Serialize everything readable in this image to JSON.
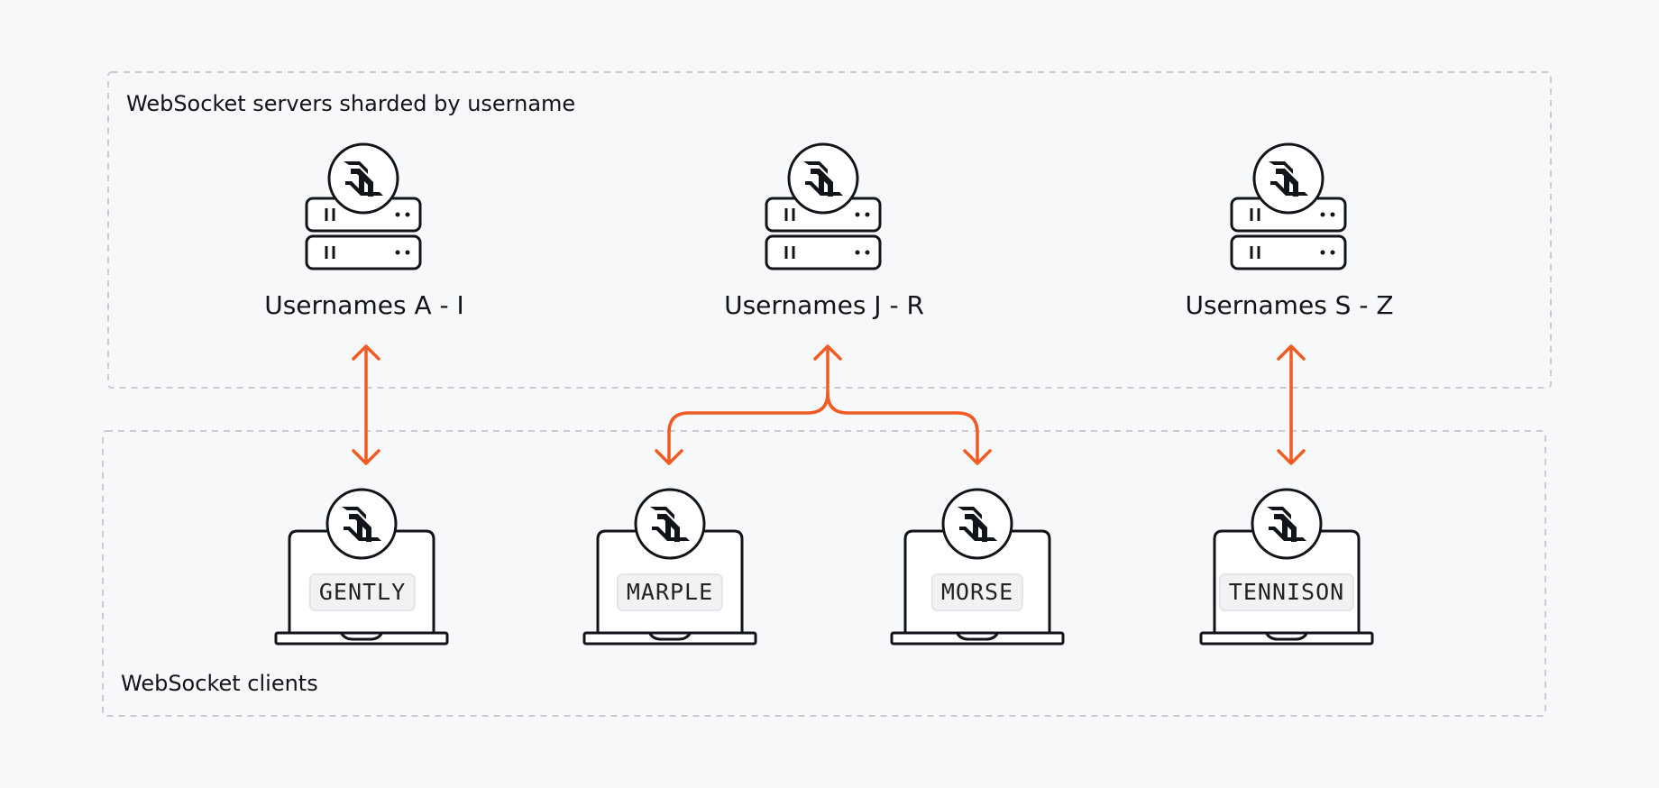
{
  "groups": {
    "servers_title": "WebSocket servers sharded by username",
    "clients_title": "WebSocket clients"
  },
  "servers": [
    {
      "label": "Usernames A - I"
    },
    {
      "label": "Usernames J - R"
    },
    {
      "label": "Usernames S - Z"
    }
  ],
  "clients": [
    {
      "name": "GENTLY"
    },
    {
      "name": "MARPLE"
    },
    {
      "name": "MORSE"
    },
    {
      "name": "TENNISON"
    }
  ],
  "colors": {
    "arrow": "#f15a22",
    "stroke": "#111418",
    "group_border": "#c9ccd1",
    "background": "#f7f8fa"
  },
  "icons": {
    "server": "server-rack-icon",
    "client": "laptop-icon",
    "protocol": "websocket-logo-icon"
  }
}
